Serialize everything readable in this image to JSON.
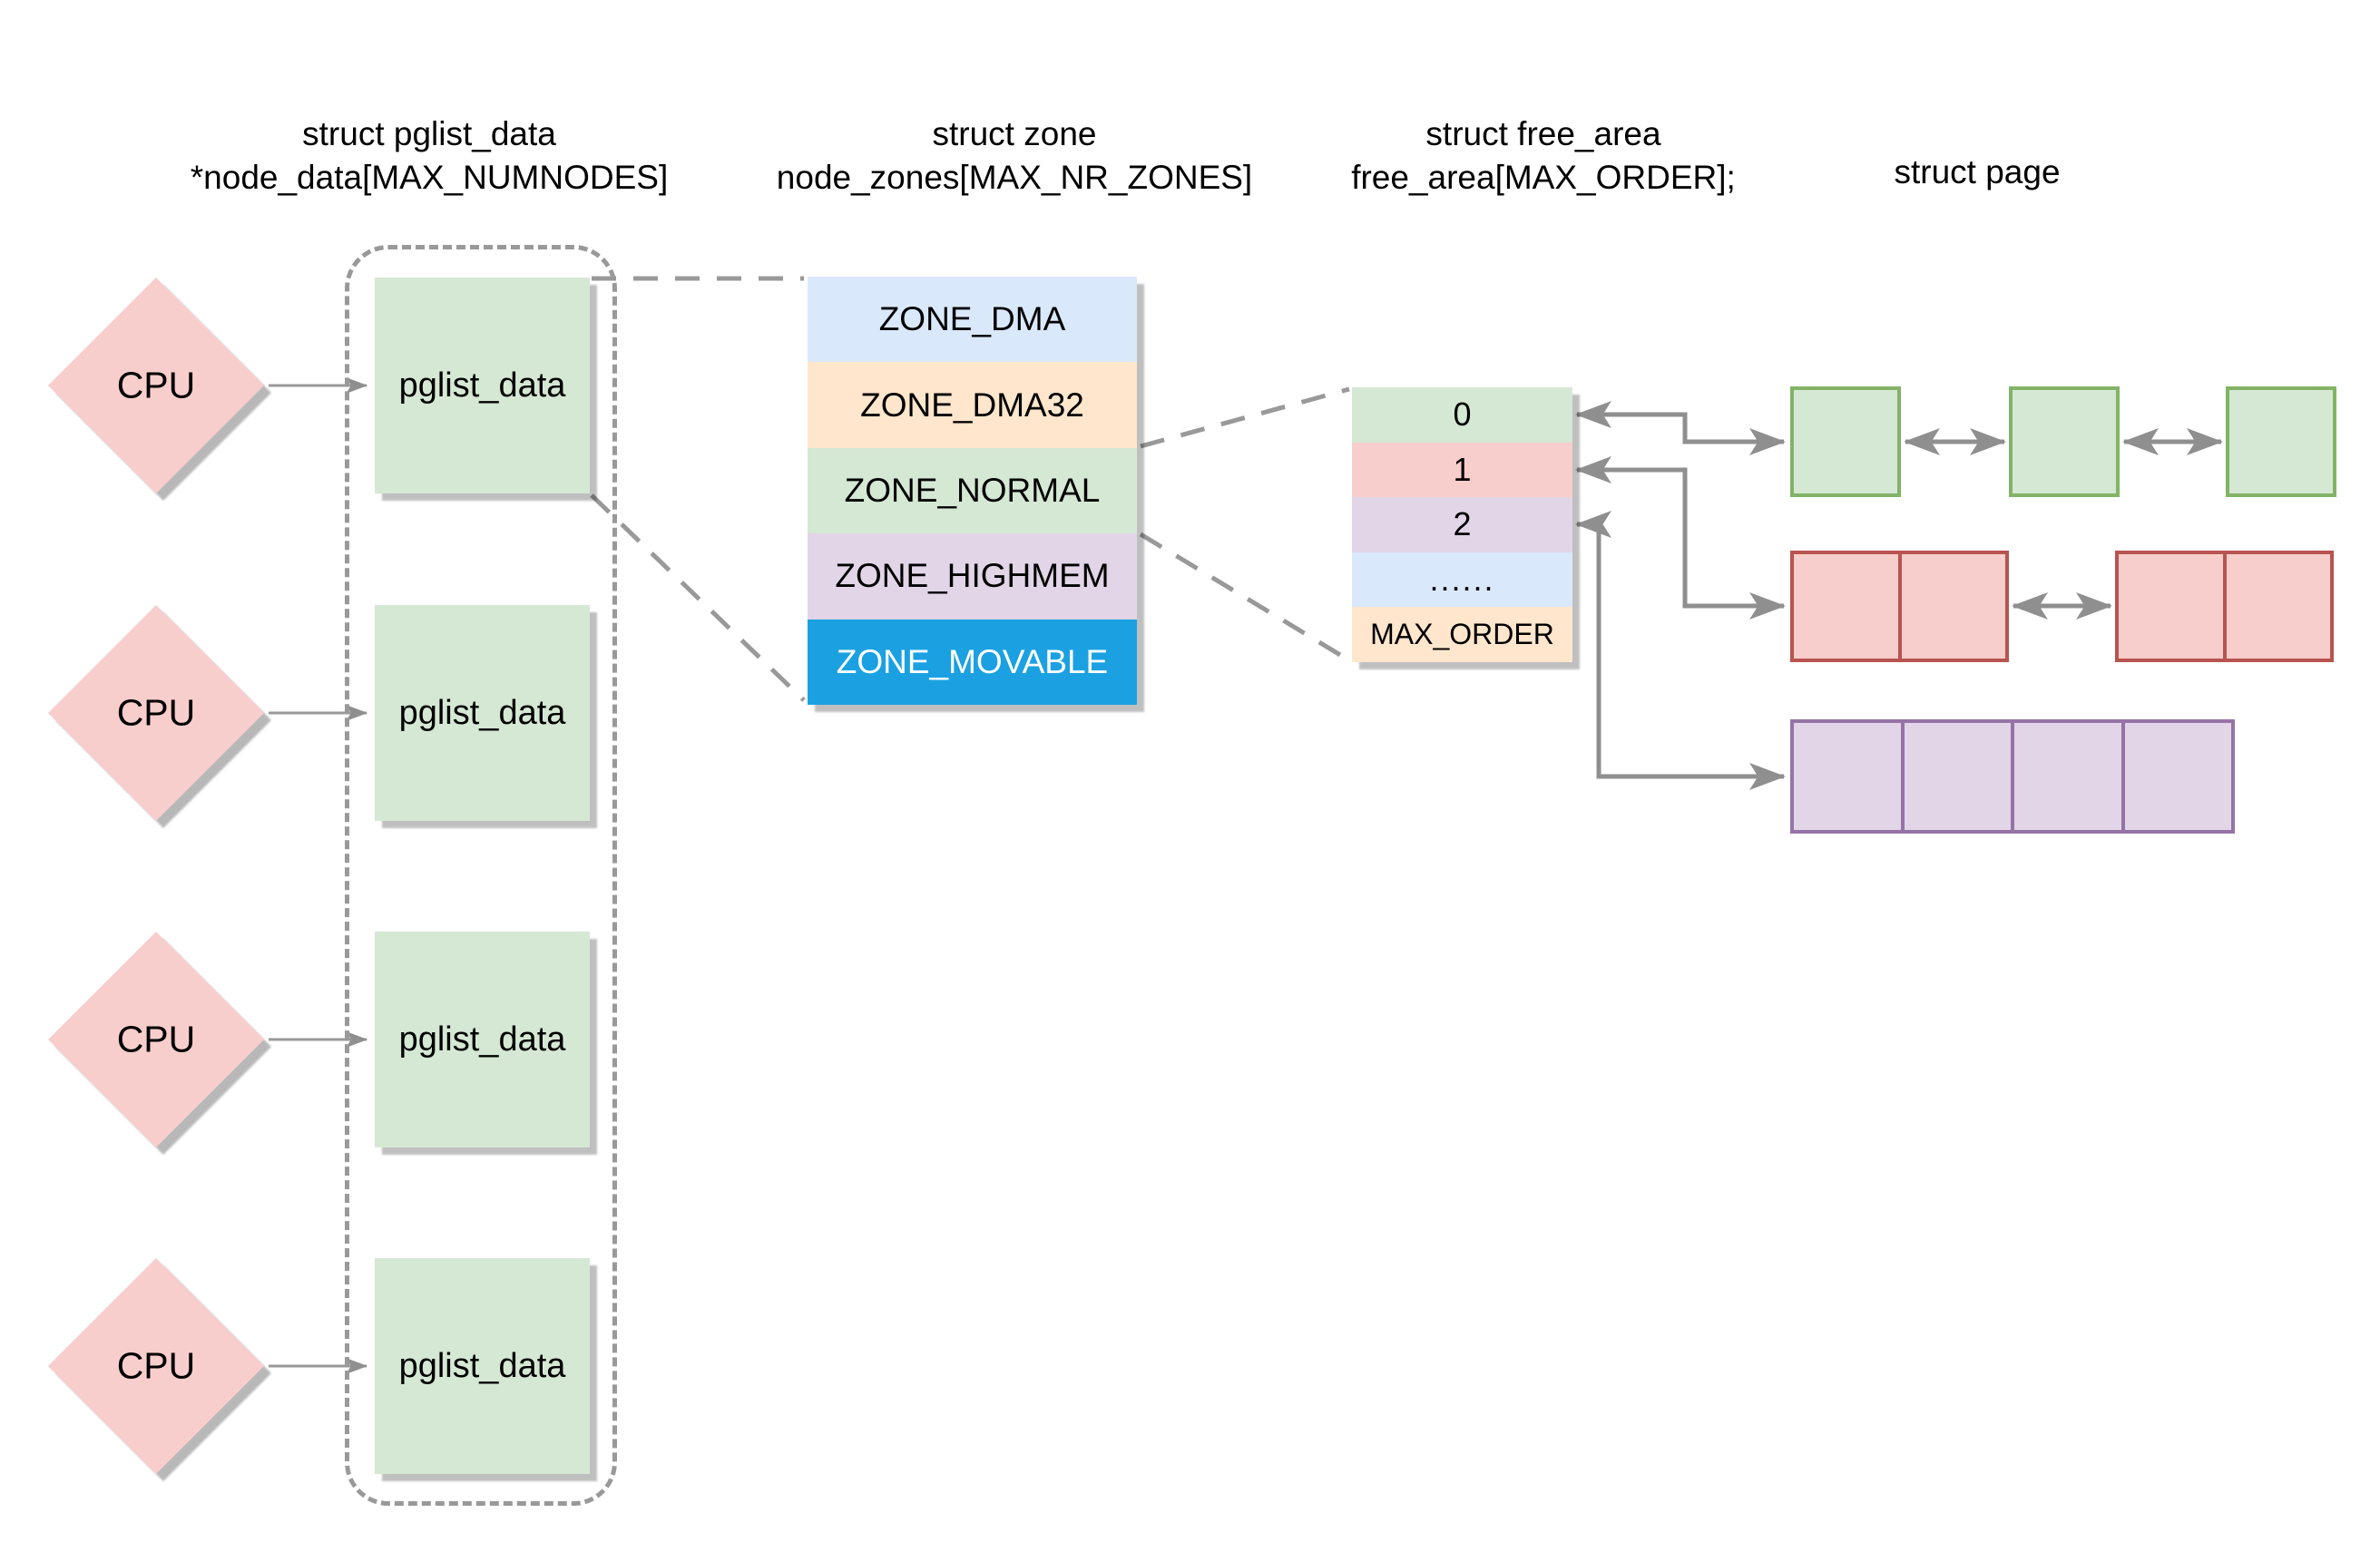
{
  "headers": {
    "pglist": {
      "line1": "struct pglist_data",
      "line2": "*node_data[MAX_NUMNODES]"
    },
    "zone": {
      "line1": "struct zone",
      "line2": "node_zones[MAX_NR_ZONES]"
    },
    "free_area": {
      "line1": "struct free_area",
      "line2": "free_area[MAX_ORDER];"
    },
    "page": {
      "line1": "struct page"
    }
  },
  "cpu": {
    "label": "CPU",
    "count": 4,
    "fill": "#f8cecc"
  },
  "pglist_box": {
    "label": "pglist_data",
    "count": 4,
    "fill": "#d5e8d4"
  },
  "zones": [
    {
      "label": "ZONE_DMA",
      "fill": "#dae8fc",
      "text_color": "#000000"
    },
    {
      "label": "ZONE_DMA32",
      "fill": "#ffe6cc",
      "text_color": "#000000"
    },
    {
      "label": "ZONE_NORMAL",
      "fill": "#d5e8d4",
      "text_color": "#000000"
    },
    {
      "label": "ZONE_HIGHMEM",
      "fill": "#e1d5e7",
      "text_color": "#000000"
    },
    {
      "label": "ZONE_MOVABLE",
      "fill": "#1ba1e2",
      "text_color": "#ffffff"
    }
  ],
  "free_area_rows": [
    {
      "label": "0",
      "fill": "#d5e8d4"
    },
    {
      "label": "1",
      "fill": "#f8cecc"
    },
    {
      "label": "2",
      "fill": "#e1d5e7"
    },
    {
      "label": "......",
      "fill": "#dae8fc"
    },
    {
      "label": "MAX_ORDER",
      "fill": "#ffe6cc"
    }
  ],
  "page_blocks": {
    "order0": {
      "groups": 3,
      "cells_per_group": 1,
      "fill": "#d5e8d4",
      "border": "#82b366"
    },
    "order1": {
      "groups": 2,
      "cells_per_group": 2,
      "fill": "#f8cecc",
      "border": "#b85450"
    },
    "order2": {
      "groups": 1,
      "cells_per_group": 4,
      "fill": "#e1d5e7",
      "border": "#9673a6"
    }
  },
  "colors": {
    "connector_gray": "#8f8f8f",
    "dashed_gray": "#999999",
    "shadow": "rgba(0,0,0,0.25)",
    "background": "#ffffff"
  }
}
